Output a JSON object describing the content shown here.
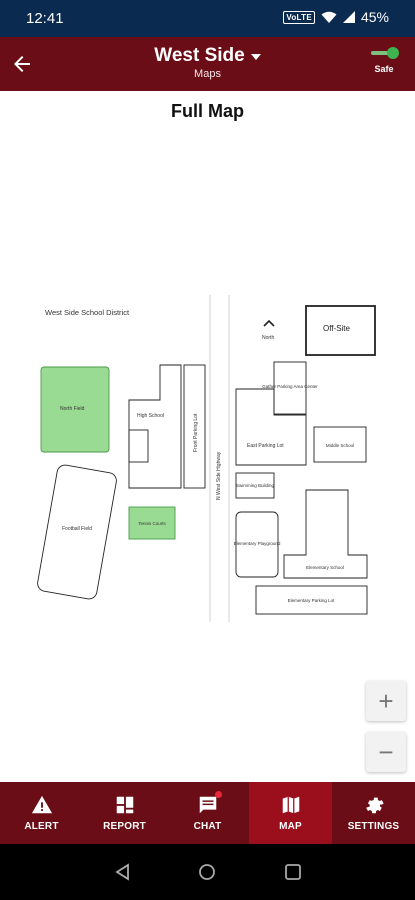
{
  "status_bar": {
    "time": "12:41",
    "network_badge": "VoLTE",
    "battery": "45%"
  },
  "app_bar": {
    "title": "West Side",
    "subtitle": "Maps",
    "status_label": "Safe",
    "back_icon": "arrow-left-icon",
    "status_color": "#3fb34f"
  },
  "page": {
    "heading": "Full Map"
  },
  "map": {
    "district_label": "West Side School District",
    "north_label": "North",
    "labels": {
      "off_site": "Off-Site",
      "north_field": "North Field",
      "high_school": "High School",
      "front_parking_lot": "Front Parking Lot",
      "highway": "N West Side Highway",
      "alt_parking_1": "Gather Parking Area Center",
      "east_parking_lot": "East Parking Lot",
      "middle_school": "Middle School",
      "tennis_courts": "Tennis Courts",
      "football_field": "Football Field",
      "swimming_building": "Swimming Building",
      "elementary_playground": "Elementary Playground",
      "elementary_school": "Elementary School",
      "elementary_parking_lot": "Elementary Parking Lot"
    },
    "colors": {
      "green_area": "#9adb93",
      "green_border": "#4a9a48"
    }
  },
  "zoom": {
    "in": "+",
    "out": "−"
  },
  "tabs": [
    {
      "label": "ALERT",
      "icon": "alert-triangle-icon"
    },
    {
      "label": "REPORT",
      "icon": "report-grid-icon"
    },
    {
      "label": "CHAT",
      "icon": "chat-bubble-icon",
      "badge": true
    },
    {
      "label": "MAP",
      "icon": "map-icon",
      "active": true
    },
    {
      "label": "SETTINGS",
      "icon": "gear-icon"
    }
  ],
  "colors": {
    "brand": "#6b0d16",
    "active_tab": "#9b0f1c",
    "status_bar": "#0b2a4f"
  }
}
